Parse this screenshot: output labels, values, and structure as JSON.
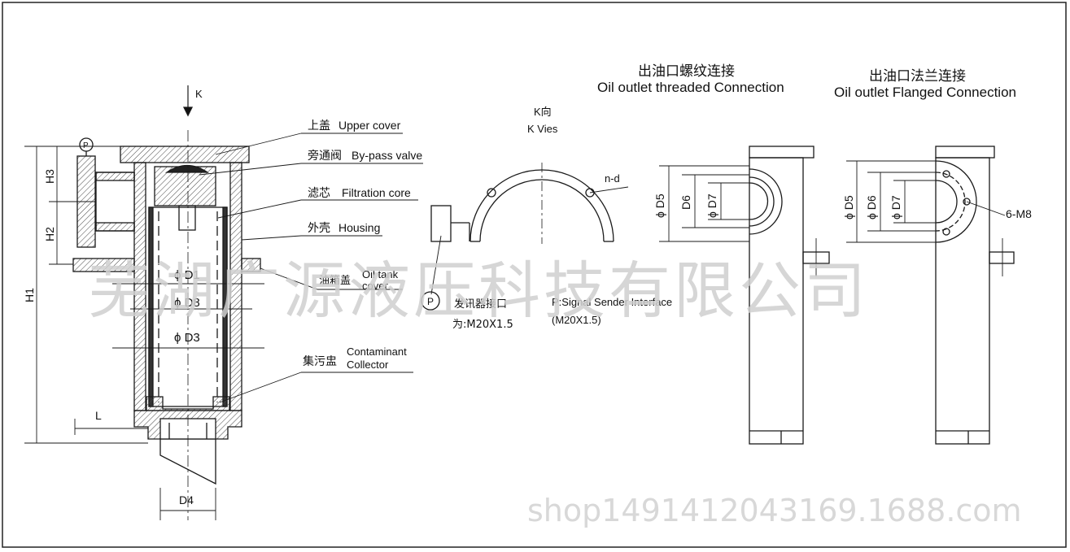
{
  "colors": {
    "line": "#1a1a1a",
    "hatch": "#555555",
    "watermark": "#d0d0d0"
  },
  "view_k": {
    "cn": "K向",
    "en": "K Vies",
    "arrow_label": "K",
    "nd": "n-d"
  },
  "threaded": {
    "cn": "出油口螺纹连接",
    "en": "Oil outlet threaded Connection",
    "d5": "ϕ D5",
    "d6": "D6",
    "d7": "ϕ D7"
  },
  "flanged": {
    "cn": "出油口法兰连接",
    "en": "Oil outlet Flanged Connection",
    "d5": "ϕ D5",
    "d6": "ϕ D6",
    "d7": "ϕ D7",
    "m8": "6-M8"
  },
  "parts": {
    "upper_cover_cn": "上盖",
    "upper_cover_en": "Upper cover",
    "bypass_cn": "旁通阀",
    "bypass_en": "By-pass valve",
    "filtration_cn": "滤芯",
    "filtration_en": "Filtration core",
    "housing_cn": "外壳",
    "housing_en": "Housing",
    "tank_cover_cn": "油箱盖",
    "tank_cover_en1": "Oil tank",
    "tank_cover_en2": "cover",
    "collector_cn": "集污盅",
    "collector_en1": "Contaminant",
    "collector_en2": "Collector"
  },
  "dims": {
    "h1": "H1",
    "h2": "H2",
    "h3": "H3",
    "l": "L",
    "d1": "ϕ D1",
    "d8": "ϕ D8",
    "d3": "ϕ D3",
    "d4": "D4",
    "p": "P"
  },
  "signal": {
    "cn1": "发讯器接口",
    "cn2": "为:M20X1.5",
    "en1": "P:Signal Sender Interface",
    "en2": "(M20X1.5)"
  },
  "watermark": "芜湖广源液压科技有限公司",
  "shop_url": "shop1491412043169.1688.com"
}
